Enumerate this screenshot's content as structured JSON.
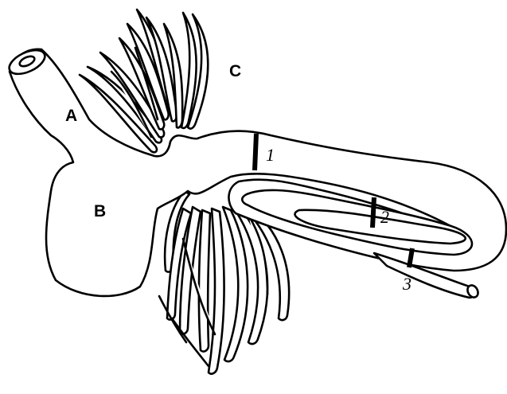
{
  "diagram": {
    "labels": {
      "a": "A",
      "b": "B",
      "c": "C",
      "n1": "1",
      "n2": "2",
      "n3": "3"
    },
    "colors": {
      "line": "#000000",
      "fill": "#ffffff",
      "background": "#ffffff"
    }
  }
}
